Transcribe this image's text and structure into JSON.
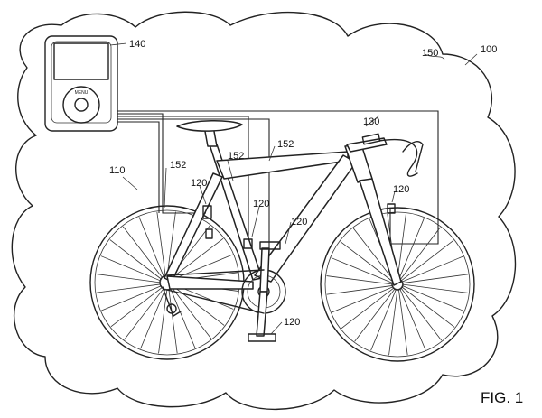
{
  "figure": {
    "label": "FIG. 1"
  },
  "references": {
    "system": "100",
    "bicycle": "110",
    "sensors": "120",
    "display_mount": "130",
    "media_player": "140",
    "network_cloud": "150",
    "wire_left": "152",
    "wire_mid": "152",
    "wire_right": "152",
    "sensor_seat": "120",
    "sensor_pedal_top": "120",
    "sensor_mid": "120",
    "sensor_front": "120",
    "sensor_bottom": "120"
  },
  "colors": {
    "line": "#222222",
    "background": "#ffffff"
  }
}
